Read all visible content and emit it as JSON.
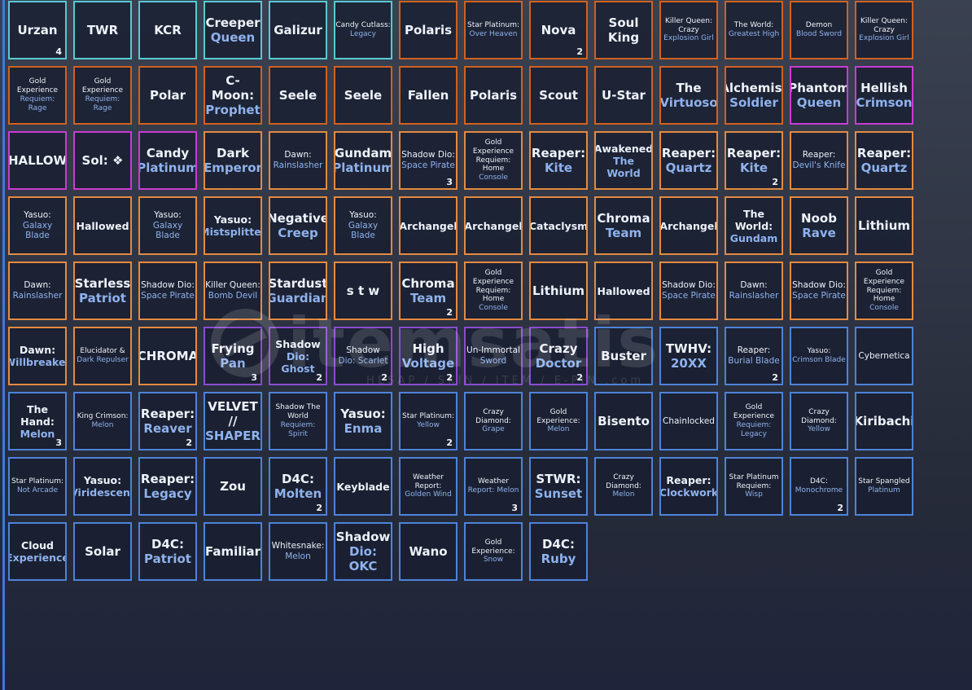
{
  "watermark": {
    "brand": "itemsatis",
    "tagline": "HESAP / SKIN / ITEM / E-PIN .com"
  },
  "colors": {
    "teal": "#59c9d1",
    "dark_orange": "#d1611f",
    "light_orange": "#e48a41",
    "magenta": "#c93bd3",
    "purple": "#8a4cd0",
    "blue": "#4d83d9"
  },
  "items": [
    {
      "line1": "Urzan",
      "line2": "",
      "count": "4",
      "border": "teal",
      "size": "lg"
    },
    {
      "line1": "TWR",
      "line2": "",
      "count": "",
      "border": "teal",
      "size": "lg"
    },
    {
      "line1": "KCR",
      "line2": "",
      "count": "",
      "border": "teal",
      "size": "lg"
    },
    {
      "line1": "Creeper",
      "line2": "Queen",
      "count": "",
      "border": "teal",
      "size": "lg"
    },
    {
      "line1": "Galizur",
      "line2": "",
      "count": "",
      "border": "teal",
      "size": "lg"
    },
    {
      "line1": "Candy Cutlass:",
      "line2": "Legacy",
      "count": "",
      "border": "teal",
      "size": "xs"
    },
    {
      "line1": "Polaris",
      "line2": "",
      "count": "",
      "border": "dorange",
      "size": "lg"
    },
    {
      "line1": "Star Platinum:",
      "line2": "Over Heaven",
      "count": "",
      "border": "dorange",
      "size": "xs"
    },
    {
      "line1": "Nova",
      "line2": "",
      "count": "2",
      "border": "dorange",
      "size": "lg"
    },
    {
      "line1": "Soul King",
      "line2": "",
      "count": "",
      "border": "dorange",
      "size": "lg"
    },
    {
      "line1": "Killer Queen: Crazy",
      "line2": "Explosion Girl",
      "count": "",
      "border": "dorange",
      "size": "xs"
    },
    {
      "line1": "The World:",
      "line2": "Greatest High",
      "count": "",
      "border": "dorange",
      "size": "xs"
    },
    {
      "line1": "Demon",
      "line2": "Blood Sword",
      "count": "",
      "border": "dorange",
      "size": "xs"
    },
    {
      "line1": "Killer Queen: Crazy",
      "line2": "Explosion Girl",
      "count": "",
      "border": "dorange",
      "size": "xs"
    },
    {
      "line1": "Gold Experience",
      "line2": "Requiem: Rage",
      "count": "",
      "border": "dorange",
      "size": "xs"
    },
    {
      "line1": "Gold Experience",
      "line2": "Requiem: Rage",
      "count": "",
      "border": "dorange",
      "size": "xs"
    },
    {
      "line1": "Polar",
      "line2": "",
      "count": "",
      "border": "dorange",
      "size": "lg"
    },
    {
      "line1": "C-Moon:",
      "line2": "Prophet",
      "count": "",
      "border": "dorange",
      "size": "lg"
    },
    {
      "line1": "Seele",
      "line2": "",
      "count": "",
      "border": "dorange",
      "size": "lg"
    },
    {
      "line1": "Seele",
      "line2": "",
      "count": "",
      "border": "dorange",
      "size": "lg"
    },
    {
      "line1": "Fallen",
      "line2": "",
      "count": "",
      "border": "dorange",
      "size": "lg"
    },
    {
      "line1": "Polaris",
      "line2": "",
      "count": "",
      "border": "dorange",
      "size": "lg"
    },
    {
      "line1": "Scout",
      "line2": "",
      "count": "",
      "border": "dorange",
      "size": "lg"
    },
    {
      "line1": "U-Star",
      "line2": "",
      "count": "",
      "border": "dorange",
      "size": "lg"
    },
    {
      "line1": "The",
      "line2": "Virtuoso",
      "count": "",
      "border": "dorange",
      "size": "lg"
    },
    {
      "line1": "Alchemist",
      "line2": "Soldier",
      "count": "",
      "border": "dorange",
      "size": "lg"
    },
    {
      "line1": "Phantom",
      "line2": "Queen",
      "count": "",
      "border": "magenta",
      "size": "lg"
    },
    {
      "line1": "Hellish",
      "line2": "Crimson",
      "count": "",
      "border": "magenta",
      "size": "lg"
    },
    {
      "line1": "HALLOW",
      "line2": "",
      "count": "",
      "border": "magenta",
      "size": "lg"
    },
    {
      "line1": "Sol: ❖",
      "line2": "",
      "count": "",
      "border": "magenta",
      "size": "lg"
    },
    {
      "line1": "Candy",
      "line2": "Platinum",
      "count": "",
      "border": "magenta",
      "size": "lg"
    },
    {
      "line1": "Dark",
      "line2": "Emperor",
      "count": "",
      "border": "lorange",
      "size": "lg"
    },
    {
      "line1": "Dawn:",
      "line2": "Rainslasher",
      "count": "",
      "border": "lorange",
      "size": "sm"
    },
    {
      "line1": "Gundam",
      "line2": "Platinum",
      "count": "",
      "border": "lorange",
      "size": "lg"
    },
    {
      "line1": "Shadow Dio:",
      "line2": "Space Pirate",
      "count": "3",
      "border": "lorange",
      "size": "sm"
    },
    {
      "line1": "Gold Experience Requiem: Home",
      "line2": "Console",
      "count": "",
      "border": "lorange",
      "size": "xs"
    },
    {
      "line1": "Reaper:",
      "line2": "Kite",
      "count": "",
      "border": "lorange",
      "size": "lg"
    },
    {
      "line1": "Awakened",
      "line2": "The World",
      "count": "",
      "border": "lorange",
      "size": "md"
    },
    {
      "line1": "Reaper:",
      "line2": "Quartz",
      "count": "",
      "border": "lorange",
      "size": "lg"
    },
    {
      "line1": "Reaper:",
      "line2": "Kite",
      "count": "2",
      "border": "lorange",
      "size": "lg"
    },
    {
      "line1": "Reaper:",
      "line2": "Devil's Knife",
      "count": "",
      "border": "lorange",
      "size": "sm"
    },
    {
      "line1": "Reaper:",
      "line2": "Quartz",
      "count": "",
      "border": "lorange",
      "size": "lg"
    },
    {
      "line1": "Yasuo:",
      "line2": "Galaxy Blade",
      "count": "",
      "border": "lorange",
      "size": "sm"
    },
    {
      "line1": "Hallowed",
      "line2": "",
      "count": "",
      "border": "lorange",
      "size": "md"
    },
    {
      "line1": "Yasuo:",
      "line2": "Galaxy Blade",
      "count": "",
      "border": "lorange",
      "size": "sm"
    },
    {
      "line1": "Yasuo:",
      "line2": "Mistsplitter",
      "count": "",
      "border": "lorange",
      "size": "md"
    },
    {
      "line1": "Negative",
      "line2": "Creep",
      "count": "",
      "border": "lorange",
      "size": "lg"
    },
    {
      "line1": "Yasuo:",
      "line2": "Galaxy Blade",
      "count": "",
      "border": "lorange",
      "size": "sm"
    },
    {
      "line1": "Archangel",
      "line2": "",
      "count": "",
      "border": "lorange",
      "size": "md"
    },
    {
      "line1": "Archangel",
      "line2": "",
      "count": "",
      "border": "lorange",
      "size": "md"
    },
    {
      "line1": "Cataclysm",
      "line2": "",
      "count": "",
      "border": "lorange",
      "size": "md"
    },
    {
      "line1": "Chroma",
      "line2": "Team",
      "count": "",
      "border": "lorange",
      "size": "lg"
    },
    {
      "line1": "Archangel",
      "line2": "",
      "count": "",
      "border": "lorange",
      "size": "md"
    },
    {
      "line1": "The World:",
      "line2": "Gundam",
      "count": "",
      "border": "lorange",
      "size": "md"
    },
    {
      "line1": "Noob",
      "line2": "Rave",
      "count": "",
      "border": "lorange",
      "size": "lg"
    },
    {
      "line1": "Lithium",
      "line2": "",
      "count": "",
      "border": "lorange",
      "size": "lg"
    },
    {
      "line1": "Dawn:",
      "line2": "Rainslasher",
      "count": "",
      "border": "lorange",
      "size": "sm"
    },
    {
      "line1": "Starless",
      "line2": "Patriot",
      "count": "",
      "border": "lorange",
      "size": "lg"
    },
    {
      "line1": "Shadow Dio:",
      "line2": "Space Pirate",
      "count": "",
      "border": "lorange",
      "size": "sm"
    },
    {
      "line1": "Killer Queen:",
      "line2": "Bomb Devil",
      "count": "",
      "border": "lorange",
      "size": "sm"
    },
    {
      "line1": "Stardust",
      "line2": "Guardian",
      "count": "",
      "border": "lorange",
      "size": "lg"
    },
    {
      "line1": "s t w",
      "line2": "",
      "count": "",
      "border": "lorange",
      "size": "lg"
    },
    {
      "line1": "Chroma",
      "line2": "Team",
      "count": "2",
      "border": "lorange",
      "size": "lg"
    },
    {
      "line1": "Gold Experience Requiem: Home",
      "line2": "Console",
      "count": "",
      "border": "lorange",
      "size": "xs"
    },
    {
      "line1": "Lithium",
      "line2": "",
      "count": "",
      "border": "lorange",
      "size": "lg"
    },
    {
      "line1": "Hallowed",
      "line2": "",
      "count": "",
      "border": "lorange",
      "size": "md"
    },
    {
      "line1": "Shadow Dio:",
      "line2": "Space Pirate",
      "count": "",
      "border": "lorange",
      "size": "sm"
    },
    {
      "line1": "Dawn:",
      "line2": "Rainslasher",
      "count": "",
      "border": "lorange",
      "size": "sm"
    },
    {
      "line1": "Shadow Dio:",
      "line2": "Space Pirate",
      "count": "",
      "border": "lorange",
      "size": "sm"
    },
    {
      "line1": "Gold Experience Requiem: Home",
      "line2": "Console",
      "count": "",
      "border": "lorange",
      "size": "xs"
    },
    {
      "line1": "Dawn:",
      "line2": "Willbreaker",
      "count": "",
      "border": "lorange",
      "size": "md"
    },
    {
      "line1": "Elucidator &",
      "line2": "Dark Repulser",
      "count": "",
      "border": "lorange",
      "size": "xs"
    },
    {
      "line1": "CHROMA",
      "line2": "",
      "count": "",
      "border": "lorange",
      "size": "lg"
    },
    {
      "line1": "Frying",
      "line2": "Pan",
      "count": "3",
      "border": "purple",
      "size": "lg"
    },
    {
      "line1": "Shadow",
      "line2": "Dio: Ghost",
      "count": "2",
      "border": "purple",
      "size": "md"
    },
    {
      "line1": "Shadow",
      "line2": "Dio: Scarlet",
      "count": "2",
      "border": "purple",
      "size": "sm"
    },
    {
      "line1": "High",
      "line2": "Voltage",
      "count": "2",
      "border": "purple",
      "size": "lg"
    },
    {
      "line1": "Un-Immortal",
      "line2": "Sword",
      "count": "",
      "border": "purple",
      "size": "sm"
    },
    {
      "line1": "Crazy",
      "line2": "Doctor",
      "count": "2",
      "border": "purple",
      "size": "lg"
    },
    {
      "line1": "Buster",
      "line2": "",
      "count": "",
      "border": "blue",
      "size": "lg"
    },
    {
      "line1": "TWHV:",
      "line2": "20XX",
      "count": "",
      "border": "blue",
      "size": "lg"
    },
    {
      "line1": "Reaper:",
      "line2": "Burial Blade",
      "count": "2",
      "border": "blue",
      "size": "sm"
    },
    {
      "line1": "Yasuo:",
      "line2": "Crimson Blade",
      "count": "",
      "border": "blue",
      "size": "xs"
    },
    {
      "line1": "Cybernetica",
      "line2": "",
      "count": "",
      "border": "blue",
      "size": "sm"
    },
    {
      "line1": "The Hand:",
      "line2": "Melon",
      "count": "3",
      "border": "blue",
      "size": "md"
    },
    {
      "line1": "King Crimson:",
      "line2": "Melon",
      "count": "",
      "border": "blue",
      "size": "xs"
    },
    {
      "line1": "Reaper:",
      "line2": "Reaver",
      "count": "2",
      "border": "blue",
      "size": "lg"
    },
    {
      "line1": "VELVET //",
      "line2": "SHAPER",
      "count": "",
      "border": "blue",
      "size": "lg"
    },
    {
      "line1": "Shadow The World",
      "line2": "Requiem: Spirit",
      "count": "",
      "border": "blue",
      "size": "xs"
    },
    {
      "line1": "Yasuo:",
      "line2": "Enma",
      "count": "",
      "border": "blue",
      "size": "lg"
    },
    {
      "line1": "Star Platinum:",
      "line2": "Yellow",
      "count": "2",
      "border": "blue",
      "size": "xs"
    },
    {
      "line1": "Crazy Diamond:",
      "line2": "Grape",
      "count": "",
      "border": "blue",
      "size": "xs"
    },
    {
      "line1": "Gold Experience:",
      "line2": "Melon",
      "count": "",
      "border": "blue",
      "size": "xs"
    },
    {
      "line1": "Bisento",
      "line2": "",
      "count": "",
      "border": "blue",
      "size": "lg"
    },
    {
      "line1": "Chainlocked",
      "line2": "",
      "count": "",
      "border": "blue",
      "size": "sm"
    },
    {
      "line1": "Gold Experience",
      "line2": "Requiem: Legacy",
      "count": "",
      "border": "blue",
      "size": "xs"
    },
    {
      "line1": "Crazy Diamond:",
      "line2": "Yellow",
      "count": "",
      "border": "blue",
      "size": "xs"
    },
    {
      "line1": "Kiribachi",
      "line2": "",
      "count": "",
      "border": "blue",
      "size": "lg"
    },
    {
      "line1": "Star Platinum:",
      "line2": "Not Arcade",
      "count": "",
      "border": "blue",
      "size": "xs"
    },
    {
      "line1": "Yasuo:",
      "line2": "Viridescent",
      "count": "",
      "border": "blue",
      "size": "md"
    },
    {
      "line1": "Reaper:",
      "line2": "Legacy",
      "count": "",
      "border": "blue",
      "size": "lg"
    },
    {
      "line1": "Zou",
      "line2": "",
      "count": "",
      "border": "blue",
      "size": "lg"
    },
    {
      "line1": "D4C:",
      "line2": "Molten",
      "count": "2",
      "border": "blue",
      "size": "lg"
    },
    {
      "line1": "Keyblade",
      "line2": "",
      "count": "",
      "border": "blue",
      "size": "md"
    },
    {
      "line1": "Weather Report:",
      "line2": "Golden Wind",
      "count": "",
      "border": "blue",
      "size": "xs"
    },
    {
      "line1": "Weather",
      "line2": "Report: Melon",
      "count": "3",
      "border": "blue",
      "size": "xs"
    },
    {
      "line1": "STWR:",
      "line2": "Sunset",
      "count": "",
      "border": "blue",
      "size": "lg"
    },
    {
      "line1": "Crazy Diamond:",
      "line2": "Melon",
      "count": "",
      "border": "blue",
      "size": "xs"
    },
    {
      "line1": "Reaper:",
      "line2": "Clockwork",
      "count": "",
      "border": "blue",
      "size": "md"
    },
    {
      "line1": "Star Platinum Requiem:",
      "line2": "Wisp",
      "count": "",
      "border": "blue",
      "size": "xs"
    },
    {
      "line1": "D4C:",
      "line2": "Monochrome",
      "count": "2",
      "border": "blue",
      "size": "xs"
    },
    {
      "line1": "Star Spangled",
      "line2": "Platinum",
      "count": "",
      "border": "blue",
      "size": "xs"
    },
    {
      "line1": "Cloud",
      "line2": "Experience",
      "count": "",
      "border": "blue",
      "size": "md"
    },
    {
      "line1": "Solar",
      "line2": "",
      "count": "",
      "border": "blue",
      "size": "lg"
    },
    {
      "line1": "D4C:",
      "line2": "Patriot",
      "count": "",
      "border": "blue",
      "size": "lg"
    },
    {
      "line1": "Familiar",
      "line2": "",
      "count": "",
      "border": "blue",
      "size": "lg"
    },
    {
      "line1": "Whitesnake:",
      "line2": "Melon",
      "count": "",
      "border": "blue",
      "size": "sm"
    },
    {
      "line1": "Shadow",
      "line2": "Dio: OKC",
      "count": "",
      "border": "blue",
      "size": "lg"
    },
    {
      "line1": "Wano",
      "line2": "",
      "count": "",
      "border": "blue",
      "size": "lg"
    },
    {
      "line1": "Gold Experience:",
      "line2": "Snow",
      "count": "",
      "border": "blue",
      "size": "xs"
    },
    {
      "line1": "D4C:",
      "line2": "Ruby",
      "count": "",
      "border": "blue",
      "size": "lg"
    }
  ]
}
